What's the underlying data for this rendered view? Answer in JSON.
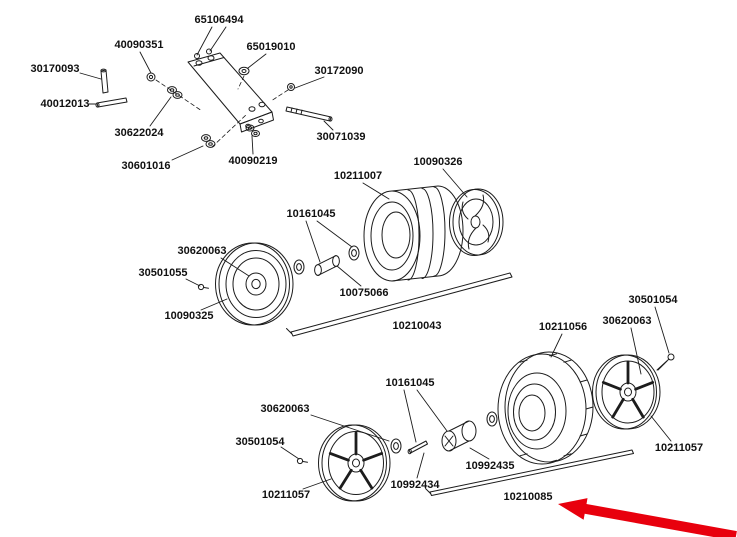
{
  "diagram": {
    "background_color": "#ffffff",
    "line_color": "#1c1c1c",
    "arrow_color": "#e8000d",
    "parts": [
      {
        "id": "pin-short",
        "text": "30170093"
      },
      {
        "id": "bolt-upper",
        "text": "40090351"
      },
      {
        "id": "bracket-bolts",
        "text": "65106494"
      },
      {
        "id": "washer-top-right",
        "text": "65019010"
      },
      {
        "id": "bolt-right",
        "text": "30172090"
      },
      {
        "id": "pin-long",
        "text": "40012013"
      },
      {
        "id": "washer-stack-left",
        "text": "30622024"
      },
      {
        "id": "rod",
        "text": "30071039"
      },
      {
        "id": "washer-stack-lower",
        "text": "30601016"
      },
      {
        "id": "washer-stack-mid",
        "text": "40090219"
      },
      {
        "id": "tire-drum-upper",
        "text": "10211007"
      },
      {
        "id": "hub-cap",
        "text": "10090326"
      },
      {
        "id": "axle-spacer-upper",
        "text": "10161045"
      },
      {
        "id": "bearing-upper",
        "text": "30620063"
      },
      {
        "id": "bolt-wheel-upper",
        "text": "30501055"
      },
      {
        "id": "bushing-upper",
        "text": "10075066"
      },
      {
        "id": "wheel-rim-upper",
        "text": "10090325"
      },
      {
        "id": "axle-bar-upper",
        "text": "10210043"
      },
      {
        "id": "screw-lower-right",
        "text": "30501054"
      },
      {
        "id": "bearing-lower-right",
        "text": "30620063"
      },
      {
        "id": "tire-lower",
        "text": "10211056"
      },
      {
        "id": "axle-spacer-lower",
        "text": "10161045"
      },
      {
        "id": "bearing-lower-left",
        "text": "30620063"
      },
      {
        "id": "bolt-wheel-lower",
        "text": "30501054"
      },
      {
        "id": "wheel-lower-right",
        "text": "10211057"
      },
      {
        "id": "hub-spider",
        "text": "10992435"
      },
      {
        "id": "pin-hub",
        "text": "10992434"
      },
      {
        "id": "wheel-lower-left",
        "text": "10211057"
      },
      {
        "id": "axle-bar-lower",
        "text": "10210085"
      }
    ]
  }
}
